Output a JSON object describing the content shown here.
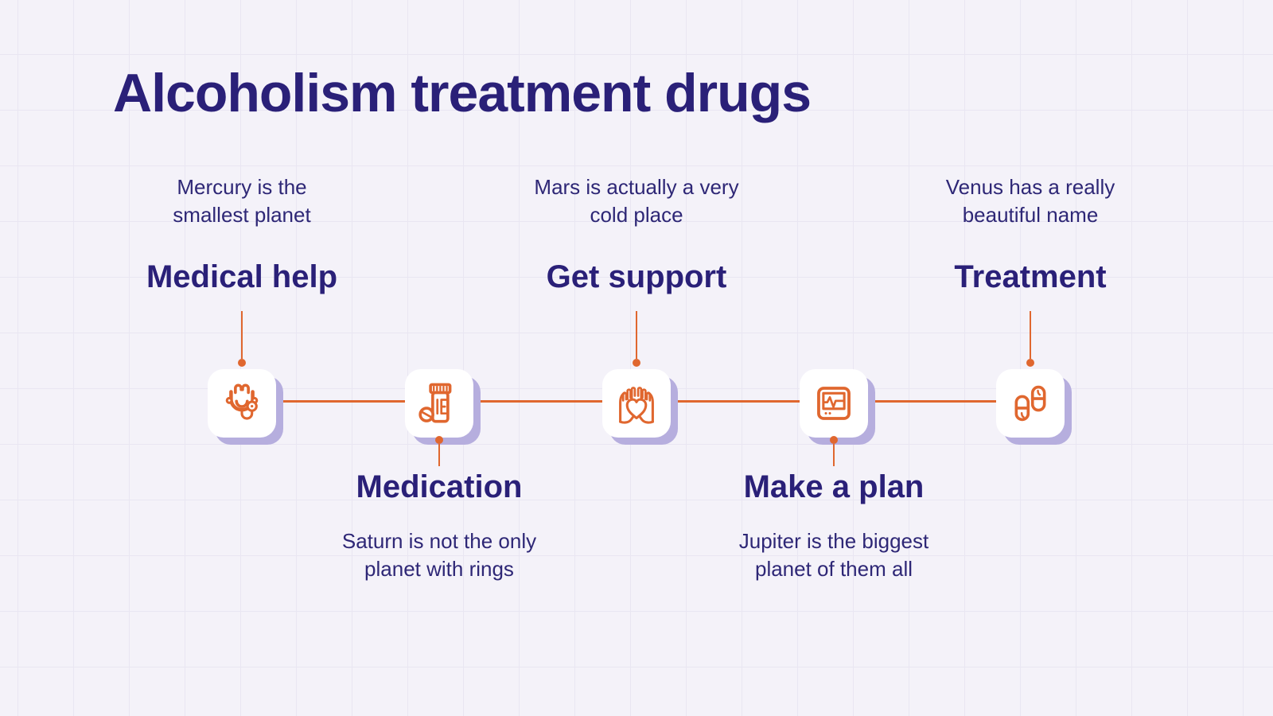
{
  "slide": {
    "title": "Alcoholism treatment drugs"
  },
  "colors": {
    "background": "#f4f2f9",
    "grid_line": "#e9e6f2",
    "heading_navy": "#2a2078",
    "accent_orange": "#e0672f",
    "card_shadow_lavender": "#b6aede",
    "card_white": "#ffffff"
  },
  "timeline": {
    "steps": [
      {
        "label": "Medical help",
        "description": "Mercury is the\nsmallest planet",
        "icon": "stethoscope-icon",
        "label_position": "top"
      },
      {
        "label": "Medication",
        "description": "Saturn is not the only\nplanet with rings",
        "icon": "pill-bottle-icon",
        "label_position": "bottom"
      },
      {
        "label": "Get support",
        "description": "Mars is actually a very\ncold place",
        "icon": "hands-holding-heart-icon",
        "label_position": "top"
      },
      {
        "label": "Make a plan",
        "description": "Jupiter is the biggest\nplanet of them all",
        "icon": "heart-monitor-icon",
        "label_position": "bottom"
      },
      {
        "label": "Treatment",
        "description": "Venus has a really\nbeautiful name",
        "icon": "capsules-icon",
        "label_position": "top"
      }
    ]
  }
}
